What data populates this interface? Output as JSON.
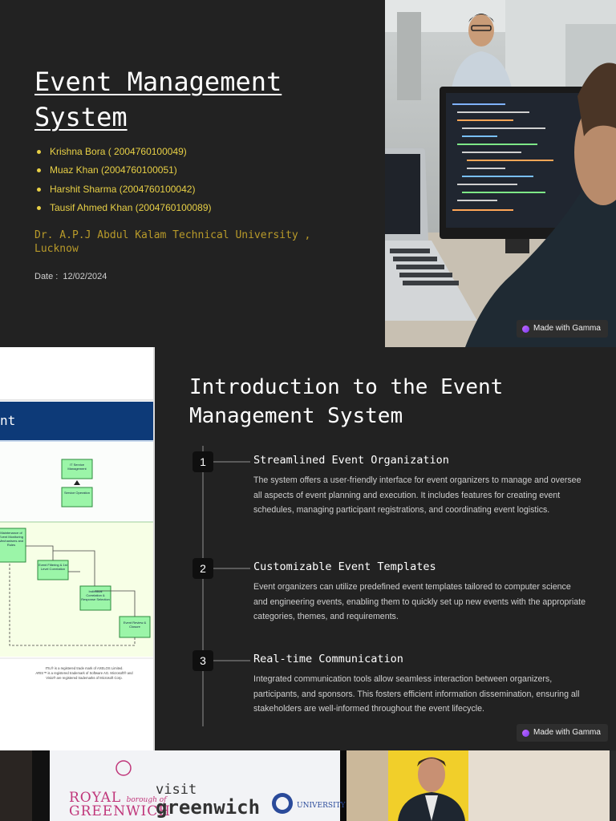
{
  "slide1": {
    "title": "Event Management System",
    "members": [
      "Krishna Bora ( 2004760100049)",
      "Muaz Khan (2004760100051)",
      "Harshit Sharma (2004760100042)",
      "Tausif Ahmed Khan (2004760100089)"
    ],
    "university": "Dr. A.P.J Abdul Kalam Technical University , Lucknow",
    "date_label": "Date :",
    "date_value": "12/02/2024",
    "badge": "Made with Gamma"
  },
  "slide2": {
    "title": "Introduction to the Event Management System",
    "steps": [
      {
        "number": "1",
        "title": "Streamlined Event Organization",
        "body": "The system offers a user-friendly interface for event organizers to manage and oversee all aspects of event planning and execution. It includes features for creating event schedules, managing participant registrations, and coordinating event logistics."
      },
      {
        "number": "2",
        "title": "Customizable Event Templates",
        "body": "Event organizers can utilize predefined event templates tailored to computer science and engineering events, enabling them to quickly set up new events with the appropriate categories, themes, and requirements."
      },
      {
        "number": "3",
        "title": "Real-time Communication",
        "body": "Integrated communication tools allow seamless interaction between organizers, participants, and sponsors. This fosters efficient information dissemination, ensuring all stakeholders are well-informed throughout the event lifecycle."
      }
    ],
    "badge": "Made with Gamma"
  },
  "diagram": {
    "header": "nt",
    "boxes": {
      "top": "IT Service Management",
      "service": "Service Operation",
      "maintenance": "Maintenance of Event Monitoring Mechanisms and Rules",
      "filtering": "Event Filtering & 1st Level Correlation",
      "individual": "Individual Correlation & Response Selection",
      "review": "Event Review & Closure"
    },
    "footnote": [
      "ITIL® is a registered trade mark of AXELOS Limited.",
      "ARIS™ is a registered trademark of Software AG. Microsoft® and",
      "Visio® are registered trademarks of Microsoft Corp."
    ]
  },
  "bottom": {
    "logo1_line1": "ROYAL",
    "logo1_script": "borough of",
    "logo1_line2": "GREENWICH",
    "logo2_line1": "visit",
    "logo2_line2": "greenwich",
    "logo3": "UNIVERSITY"
  },
  "colors": {
    "background": "#222222",
    "accent_yellow": "#e8d046",
    "university_gold": "#b89a2a",
    "diagram_blue": "#0d3a78",
    "diagram_green": "#9bf5a8"
  }
}
